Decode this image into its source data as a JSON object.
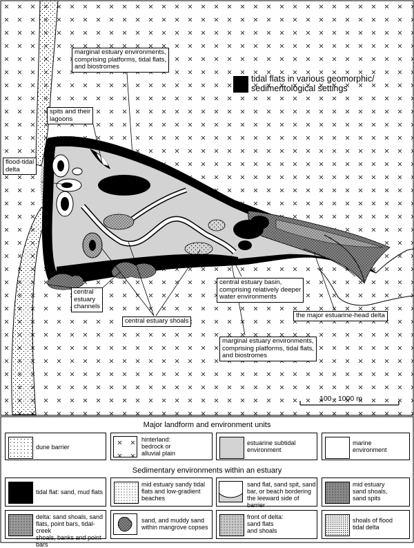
{
  "diagram": {
    "labels": {
      "marginal_top": "marginal estuary environments,\ncomprising platforms, tidal flats,\nand biostromes",
      "tidal_flats_settings": "tidal flats in various geomorphic/\nsedimentological settings",
      "spits": "spits and their\nlagoons",
      "flood_tidal": "flood-tidal\ndelta",
      "central_basin": "central estuary basin,\ncomprising relatively deeper\nwater environments",
      "central_channels": "central\nestuary\nchannels",
      "central_shoals": "central estuary shoals",
      "head_delta": "the major estuarine-head delta",
      "marginal_bottom": "marginal estuary environments,\ncomprising platforms, tidal flats,\nand biostromes",
      "scale": "100 - 1000 m"
    }
  },
  "legend": {
    "landform_title": "Major landform and environment units",
    "landform_units": [
      {
        "label": "dune barrier"
      },
      {
        "label": "hinterland:\nbedrock or\nalluvial plain"
      },
      {
        "label": "estuarine subtidal\nenvironment"
      },
      {
        "label": "marine\nenvironment"
      }
    ],
    "sedimentary_title": "Sedimentary environments within an estuary",
    "sedimentary_units": [
      {
        "label": "tidal flat: sand, mud flats"
      },
      {
        "label": "mid estuary sandy tidal\nflats and low-gradient\nbeaches"
      },
      {
        "label": "sand flat, sand spit, sand\nbar, or beach bordering\nthe leeward side of barrier"
      },
      {
        "label": "mid estuary\nsand shoals,\nsand spits"
      },
      {
        "label": "delta: sand shoals, sand\nflats, point bars, tidal-creek\nshoals, banks and point bars"
      },
      {
        "label": "sand, and muddy sand\nwithin mangrove copses"
      },
      {
        "label": "front of delta:\nsand flats\nand shoals"
      },
      {
        "label": "shoals of flood\ntidal delta"
      }
    ]
  },
  "colors": {
    "estuary_gray": "#d3d3d3",
    "tidal_black": "#000000",
    "shoal_gray": "#888888",
    "mid_gray": "#b0b0b0"
  }
}
